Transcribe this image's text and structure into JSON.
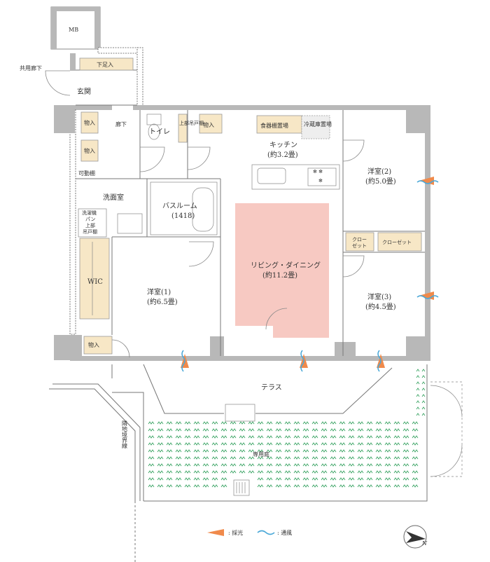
{
  "rooms": {
    "mb": "MB",
    "common_corridor": "共用廊下",
    "shoe_storage": "下足入",
    "entrance": "玄関",
    "hallway": "廊下",
    "storage_1": "物入",
    "storage_2": "物入",
    "storage_3": "物入",
    "storage_4": "物入",
    "movable_shelf": "可動棚",
    "toilet": "トイレ",
    "upper_cabinet": "上部吊戸棚",
    "pantry": "食器棚置場",
    "fridge": "冷蔵庫置場",
    "kitchen": "キッチン",
    "kitchen_size": "(約3.2畳)",
    "washroom": "洗面室",
    "bathroom": "バスルーム",
    "bathroom_size": "(1418)",
    "laundry_1": "洗濯機",
    "laundry_2": "パン",
    "laundry_3": "上部",
    "laundry_4": "吊戸棚",
    "wic": "WIC",
    "ldk": "リビング・ダイニング",
    "ldk_size": "(約11.2畳)",
    "bedroom1": "洋室(1)",
    "bedroom1_size": "(約6.5畳)",
    "bedroom2": "洋室(2)",
    "bedroom2_size": "(約5.0畳)",
    "bedroom3": "洋室(3)",
    "bedroom3_size": "(約4.5畳)",
    "closet_a1": "クロー",
    "closet_a2": "ゼット",
    "closet_b": "クローゼット",
    "terrace": "テラス",
    "private_garden": "専用庭",
    "boundary": "隣地境界線"
  },
  "legend": {
    "lighting": ": 採光",
    "ventilation": ": 通風"
  },
  "colors": {
    "ldk_fill": "#f7c9c2",
    "storage_fill": "#f7e7c6",
    "wall": "#b8b8b8",
    "lighting_arrow": "#f08a4b",
    "ventilation_arrow": "#4aa8d8",
    "grass": "#2e9e5a"
  },
  "icons": {
    "north": "north-arrow-icon"
  }
}
